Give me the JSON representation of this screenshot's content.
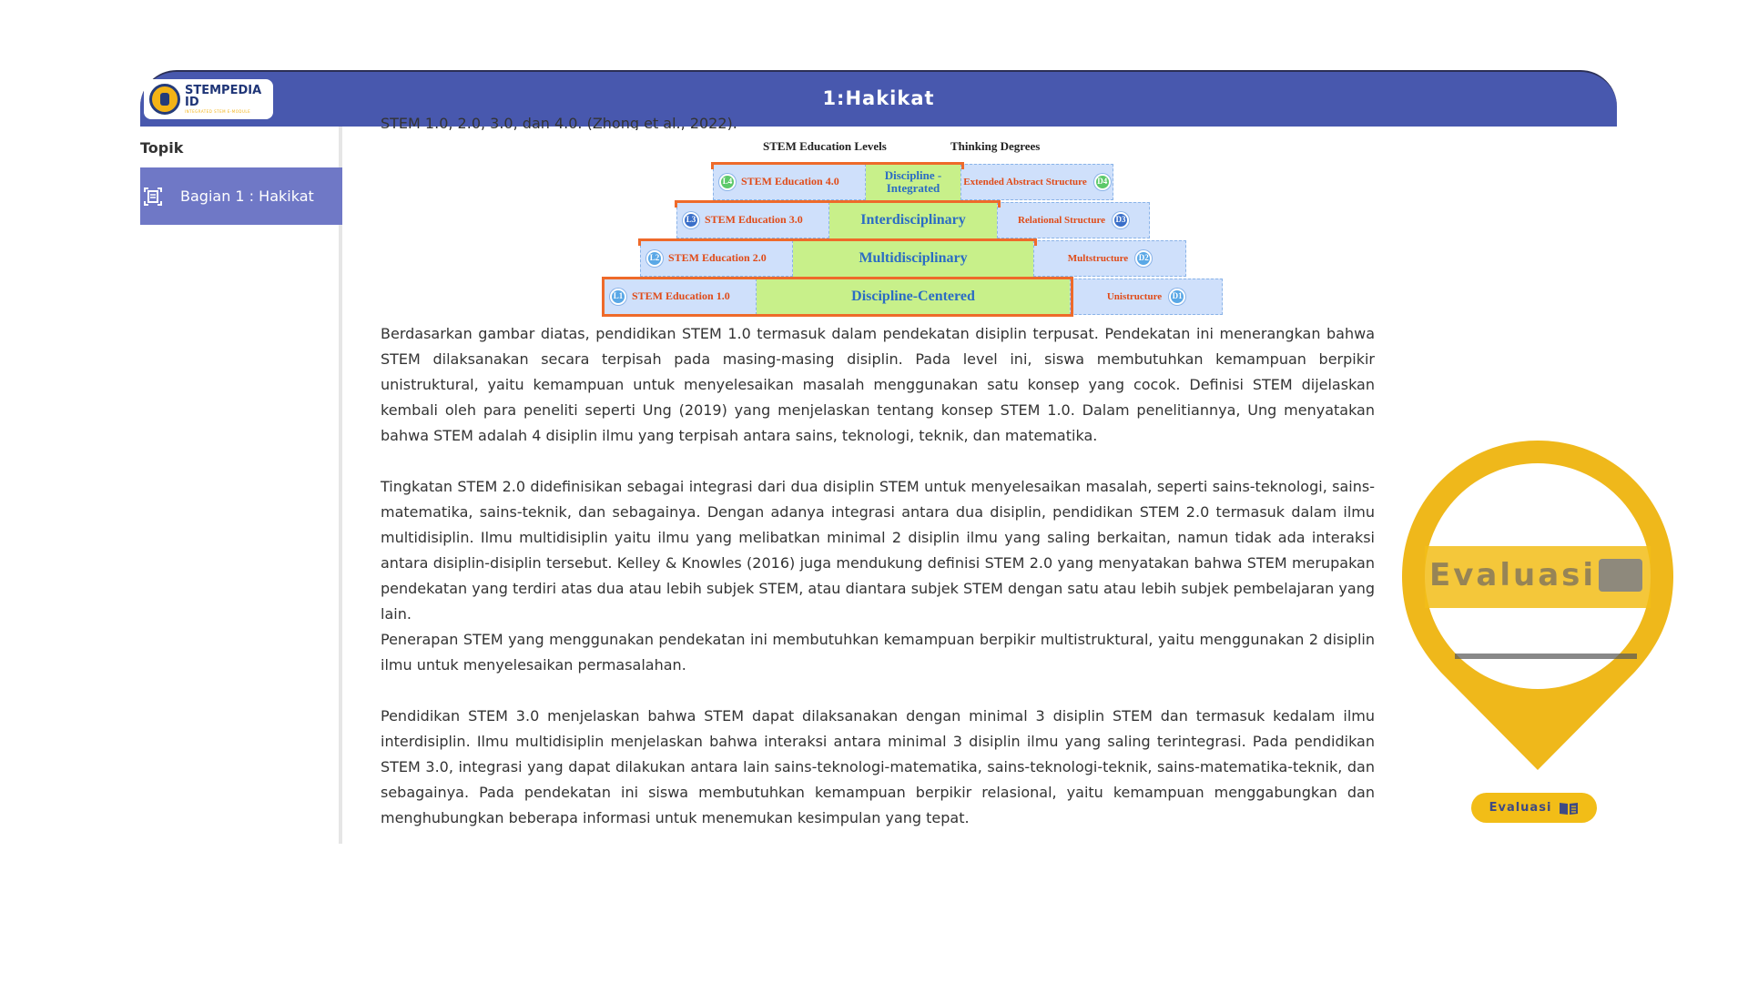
{
  "header": {
    "title": "1:Hakikat",
    "logo_name": "STEMPEDIA ID",
    "logo_tagline": "INTEGRATED STEM E-MODULE"
  },
  "sidebar": {
    "heading": "Topik",
    "items": [
      {
        "label": "Bagian 1 : Hakikat",
        "icon": "document-list-icon"
      }
    ]
  },
  "content": {
    "cut_line": "STEM 1.0, 2.0, 3.0, dan 4.0. (Zhong et al., 2022).",
    "figure": {
      "heading_levels": "STEM Education Levels",
      "heading_degrees": "Thinking Degrees",
      "rows": [
        {
          "badge": "L4",
          "level": "STEM Education 4.0",
          "core": "Discipline -Integrated",
          "degree": "Extended Abstract Structure",
          "degree_badge": "D4"
        },
        {
          "badge": "L3",
          "level": "STEM Education 3.0",
          "core": "Interdisciplinary",
          "degree": "Relational Structure",
          "degree_badge": "D3"
        },
        {
          "badge": "L2",
          "level": "STEM Education 2.0",
          "core": "Multidisciplinary",
          "degree": "Multstructure",
          "degree_badge": "D2"
        },
        {
          "badge": "L1",
          "level": "STEM Education 1.0",
          "core": "Discipline-Centered",
          "degree": "Unistructure",
          "degree_badge": "D1"
        }
      ],
      "colors": {
        "outline": "#ee6a2a",
        "core": "#c8f08a",
        "level_bg": "#cfe0fb",
        "level_text": "#e04b18",
        "core_text": "#2b6cc4",
        "badge_l4": "#5dc96a",
        "badge_l3": "#3a6fc9",
        "badge_l2": "#5aa8e6",
        "badge_l1": "#5aa8e6"
      }
    },
    "paragraphs": [
      "Berdasarkan gambar diatas, pendidikan STEM 1.0 termasuk dalam pendekatan disiplin terpusat. Pendekatan ini menerangkan bahwa STEM dilaksanakan secara terpisah pada masing-masing disiplin. Pada level ini, siswa membutuhkan kemampuan berpikir unistruktural, yaitu kemampuan untuk menyelesaikan masalah menggunakan satu konsep yang cocok. Definisi STEM dijelaskan kembali oleh para peneliti seperti Ung (2019) yang menjelaskan tentang konsep STEM 1.0. Dalam penelitiannya, Ung menyatakan bahwa STEM adalah 4 disiplin ilmu yang terpisah antara sains, teknologi, teknik, dan matematika.",
      "    Tingkatan STEM 2.0 didefinisikan sebagai integrasi dari dua disiplin STEM untuk menyelesaikan masalah, seperti sains-teknologi, sains-matematika, sains-teknik, dan sebagainya. Dengan adanya integrasi antara dua disiplin, pendidikan STEM 2.0 termasuk dalam ilmu multidisiplin. Ilmu multidisiplin yaitu ilmu yang melibatkan minimal 2 disiplin ilmu yang saling berkaitan, namun tidak ada interaksi antara disiplin-disiplin tersebut. Kelley & Knowles (2016) juga mendukung definisi STEM 2.0 yang menyatakan bahwa STEM merupakan pendekatan yang terdiri atas dua atau lebih subjek STEM, atau diantara subjek STEM dengan satu atau lebih subjek pembelajaran yang lain.",
      "    Penerapan STEM yang menggunakan pendekatan ini membutuhkan kemampuan berpikir multistruktural, yaitu menggunakan 2 disiplin ilmu untuk menyelesaikan permasalahan.",
      "   Pendidikan STEM 3.0 menjelaskan bahwa STEM dapat dilaksanakan dengan minimal 3 disiplin STEM dan termasuk kedalam ilmu interdisiplin. Ilmu multidisiplin menjelaskan bahwa interaksi antara minimal 3 disiplin ilmu yang saling terintegrasi. Pada pendidikan STEM 3.0, integrasi yang dapat dilakukan antara lain sains-teknologi-matematika, sains-teknologi-teknik, sains-matematika-teknik, dan sebagainya. Pada pendekatan ini siswa membutuhkan kemampuan berpikir relasional, yaitu kemampuan menggabungkan dan menghubungkan beberapa informasi untuk menemukan kesimpulan yang tepat."
    ]
  },
  "evaluation": {
    "label": "Evaluasi",
    "icon": "open-book-icon",
    "accent": "#f2bd17",
    "text_color": "#3f4a83"
  }
}
